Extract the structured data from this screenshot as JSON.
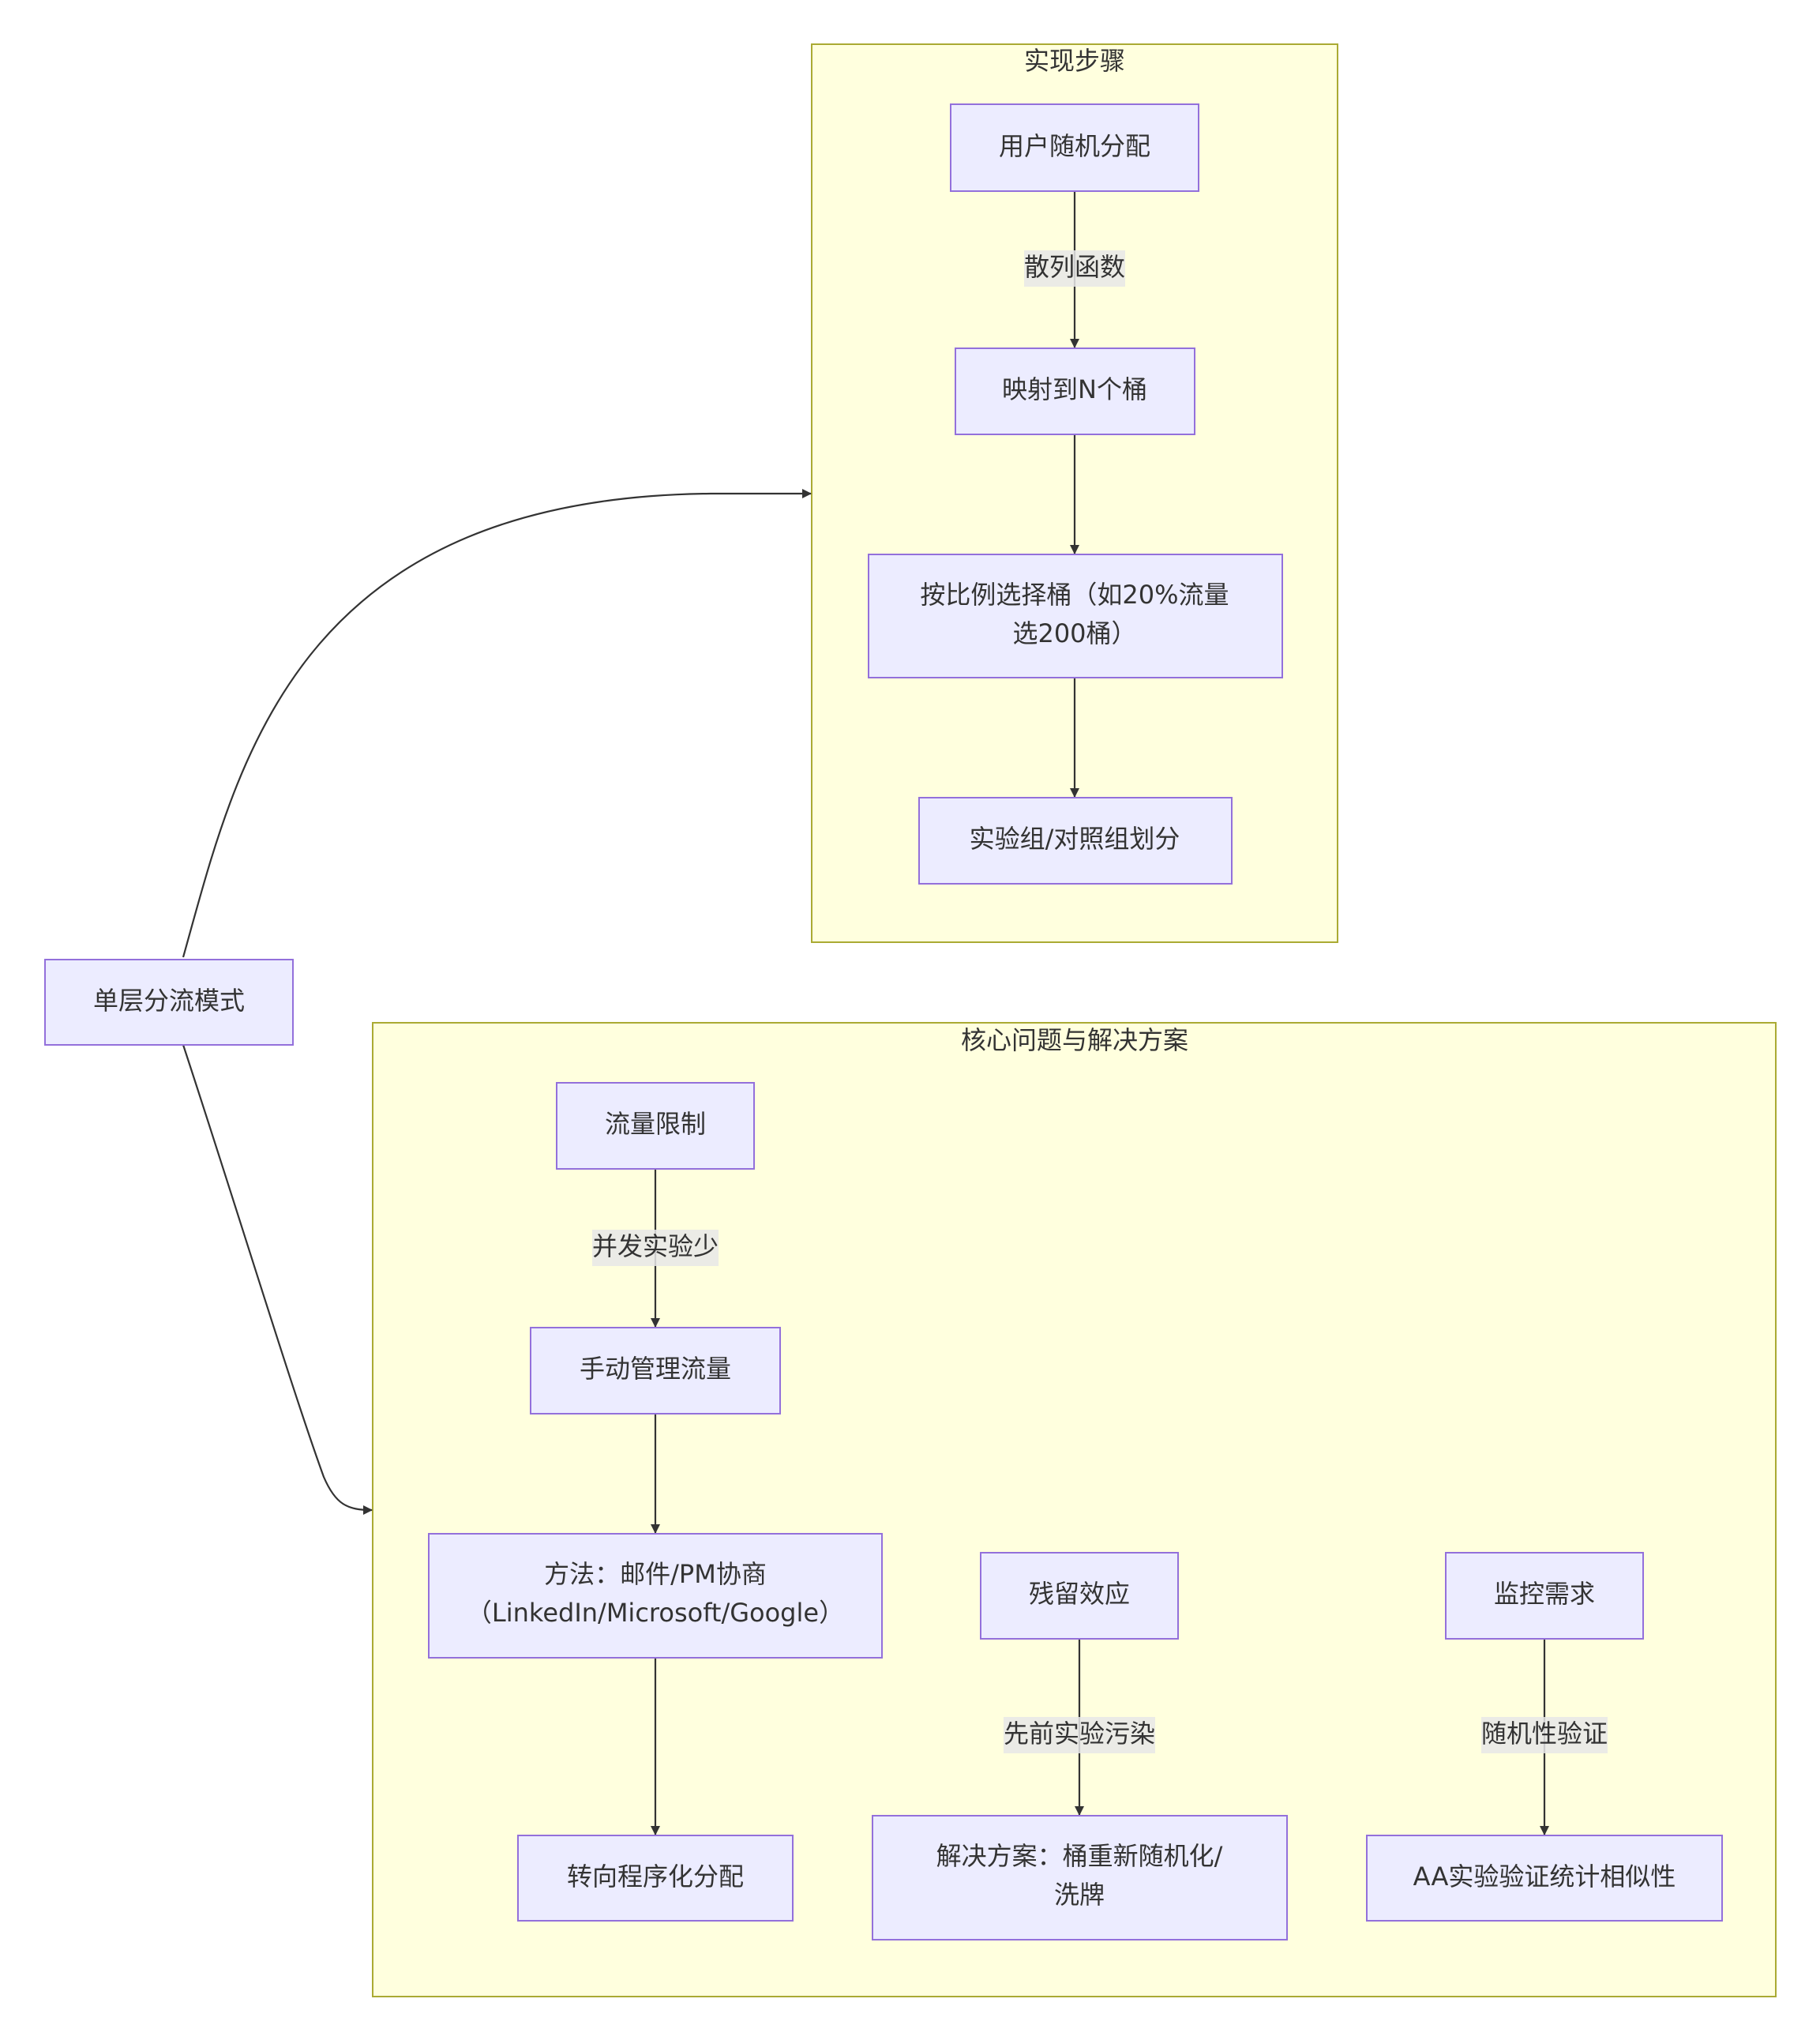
{
  "clusters": {
    "implementation": {
      "title": "实现步骤"
    },
    "problems": {
      "title": "核心问题与解决方案"
    }
  },
  "nodes": {
    "single_layer": {
      "text": "单层分流模式"
    },
    "user_random": {
      "text": "用户随机分配"
    },
    "map_buckets": {
      "text": "映射到N个桶"
    },
    "select_buckets": {
      "line1": "按比例选择桶（如20%流量",
      "line2": "选200桶）"
    },
    "group_split": {
      "text": "实验组/对照组划分"
    },
    "traffic_limit": {
      "text": "流量限制"
    },
    "manual_manage": {
      "text": "手动管理流量"
    },
    "method": {
      "line1": "方法：邮件/PM协商",
      "line2": "（LinkedIn/Microsoft/Google）"
    },
    "programmatic": {
      "text": "转向程序化分配"
    },
    "carryover": {
      "text": "残留效应"
    },
    "reshuffle": {
      "line1": "解决方案：桶重新随机化/",
      "line2": "洗牌"
    },
    "monitoring": {
      "text": "监控需求"
    },
    "aa_test": {
      "text": "AA实验验证统计相似性"
    }
  },
  "edge_labels": {
    "hash": "散列函数",
    "few_concurrent": "并发实验少",
    "prior_pollution": "先前实验污染",
    "random_check": "随机性验证"
  },
  "colors": {
    "cluster_fill": "#ffffde",
    "cluster_stroke": "#aaaa33",
    "node_fill": "#ececff",
    "node_stroke": "#9370db",
    "edge": "#333333",
    "edge_label_bg": "#e8e8e8"
  }
}
